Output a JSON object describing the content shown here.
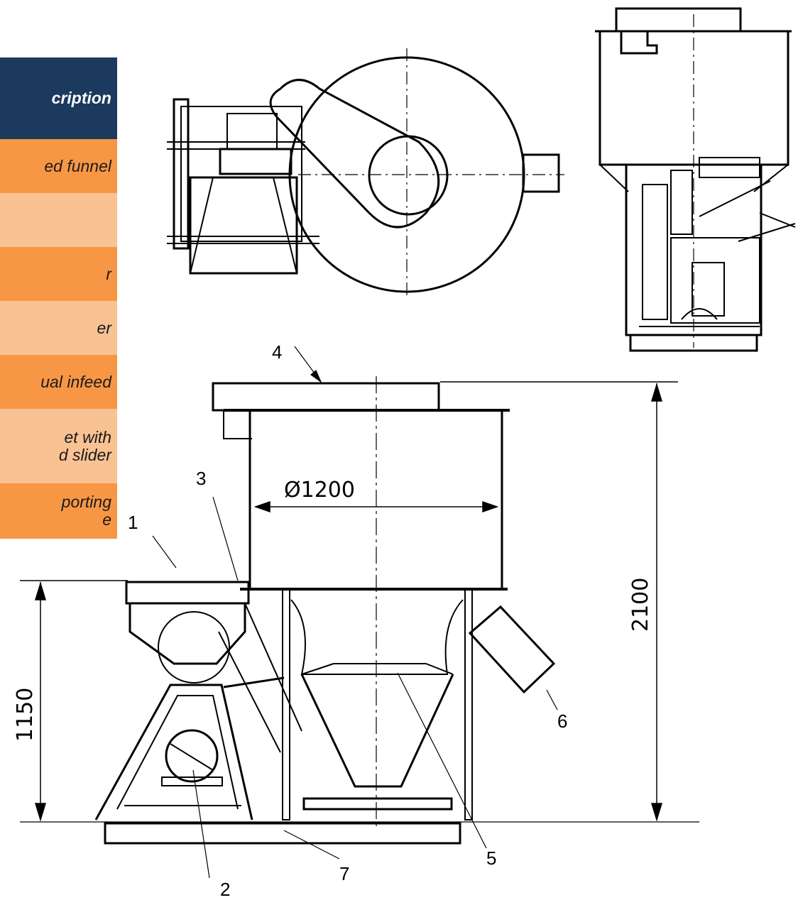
{
  "legend": {
    "header": "cription",
    "rows": [
      {
        "text": "ed funnel",
        "shade": "dark"
      },
      {
        "text": "",
        "shade": "light"
      },
      {
        "text": "r",
        "shade": "dark"
      },
      {
        "text": "er",
        "shade": "light"
      },
      {
        "text": "ual infeed",
        "shade": "dark"
      },
      {
        "text": "et with\nd slider",
        "shade": "light"
      },
      {
        "text": "porting\ne",
        "shade": "dark"
      }
    ],
    "colors": {
      "header": "#1b3a5e",
      "dark": "#f79746",
      "light": "#f9c293"
    }
  },
  "callouts": {
    "c1": "1",
    "c2": "2",
    "c3": "3",
    "c4": "4",
    "c5": "5",
    "c6": "6",
    "c7": "7"
  },
  "dimensions": {
    "diameter": "Ø1200",
    "height_total": "2100",
    "height_infeed": "1150"
  }
}
